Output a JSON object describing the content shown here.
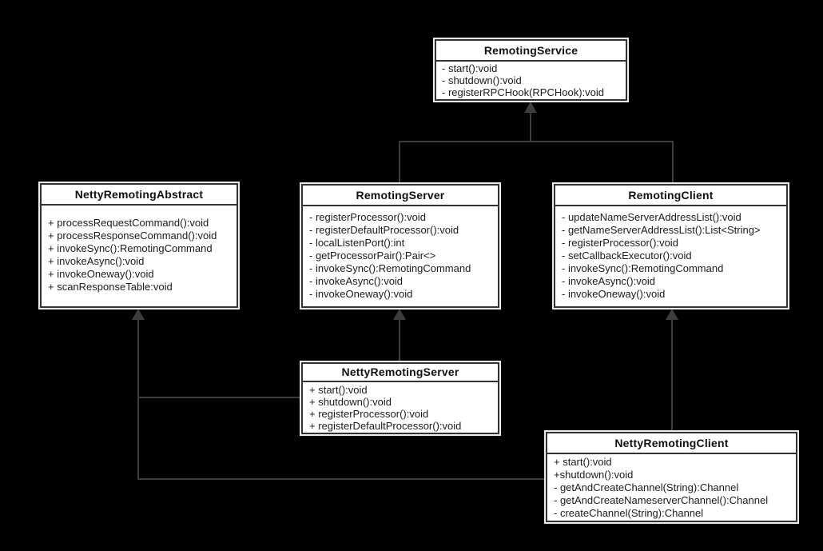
{
  "colors": {
    "bg": "#000000",
    "box-fill": "#ffffff",
    "box-border": "#333333",
    "box-halo": "#ececec",
    "line": "#3d3d3d",
    "text": "#1b1b1b"
  },
  "diagram": {
    "type": "uml-class-diagram",
    "classes": [
      {
        "title": "RemotingService",
        "methods": [
          "- start():void",
          "- shutdown():void",
          "- registerRPCHook(RPCHook):void"
        ]
      },
      {
        "title": "NettyRemotingAbstract",
        "methods": [
          "+ processRequestCommand():void",
          "+ processResponseCommand():void",
          "+ invokeSync():RemotingCommand",
          "+ invokeAsync():void",
          "+ invokeOneway():void",
          "+ scanResponseTable:void"
        ]
      },
      {
        "title": "RemotingServer",
        "methods": [
          "- registerProcessor():void",
          "- registerDefaultProcessor():void",
          "- localListenPort():int",
          "- getProcessorPair():Pair<>",
          "- invokeSync():RemotingCommand",
          "- invokeAsync():void",
          "- invokeOneway():void"
        ]
      },
      {
        "title": "RemotingClient",
        "methods": [
          "- updateNameServerAddressList():void",
          "- getNameServerAddressList():List<String>",
          "- registerProcessor():void",
          "- setCallbackExecutor():void",
          "- invokeSync():RemotingCommand",
          "- invokeAsync():void",
          "- invokeOneway():void"
        ]
      },
      {
        "title": "NettyRemotingServer",
        "methods": [
          "+ start():void",
          "+ shutdown():void",
          "+ registerProcessor():void",
          "+ registerDefaultProcessor():void"
        ]
      },
      {
        "title": "NettyRemotingClient",
        "methods": [
          "+ start():void",
          "+shutdown():void",
          "- getAndCreateChannel(String):Channel",
          "- getAndCreateNameserverChannel():Channel",
          "- createChannel(String):Channel"
        ]
      }
    ],
    "relations": [
      {
        "from": "RemotingServer",
        "to": "RemotingService",
        "type": "inheritance"
      },
      {
        "from": "RemotingClient",
        "to": "RemotingService",
        "type": "inheritance"
      },
      {
        "from": "NettyRemotingServer",
        "to": "RemotingServer",
        "type": "inheritance"
      },
      {
        "from": "NettyRemotingClient",
        "to": "RemotingClient",
        "type": "inheritance"
      },
      {
        "from": "NettyRemotingServer",
        "to": "NettyRemotingAbstract",
        "type": "inheritance"
      },
      {
        "from": "NettyRemotingClient",
        "to": "NettyRemotingAbstract",
        "type": "inheritance"
      }
    ]
  }
}
